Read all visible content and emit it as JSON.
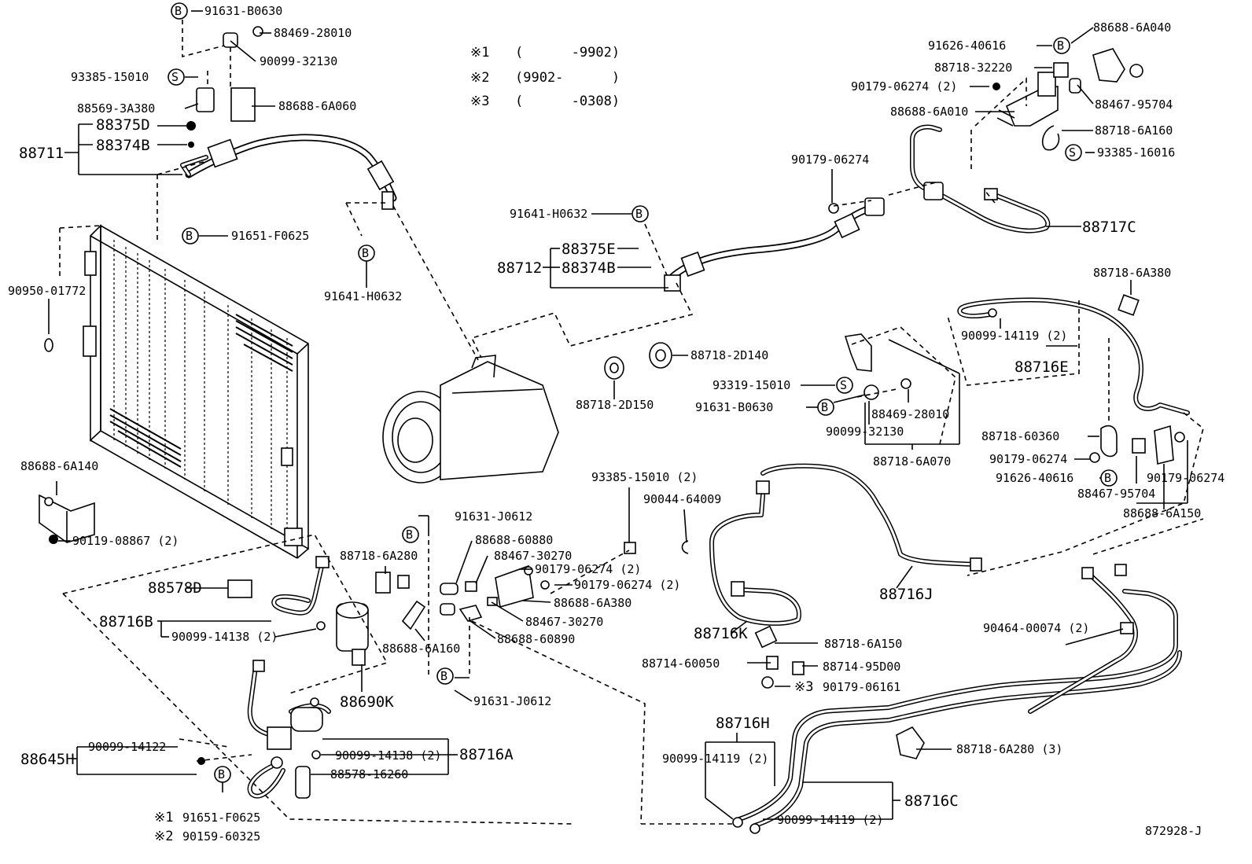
{
  "notes": [
    {
      "mark": "※1",
      "range": "(      -9902)"
    },
    {
      "mark": "※2",
      "range": "(9902-      )"
    },
    {
      "mark": "※3",
      "range": "(      -0308)"
    }
  ],
  "circle_marks": {
    "b": "B",
    "s": "S"
  },
  "diagram_id": "872928-J",
  "labels": {
    "p91631B0630_top": "91631-B0630",
    "p8846928010_top": "88469-28010",
    "p9009932130_top": "90099-32130",
    "p9338515010_left": "93385-15010",
    "p885693A380": "88569-3A380",
    "p886886A060": "88688-6A060",
    "p88375D": "88375D",
    "p88374B_top": "88374B",
    "p88711": "88711",
    "p91651F0625_mid": "91651-F0625",
    "p91641H0632_left": "91641-H0632",
    "p9095001772": "90950-01772",
    "p886886A140": "88688-6A140",
    "p9011908867": "90119-08867 (2)",
    "p916264061 6_top": "91626-40616",
    "p886886A040": "88688-6A040",
    "p8871832220": "88718-32220",
    "p9017906274_2top": "90179-06274 (2)",
    "p8846795704_top": "88467-95704",
    "p886886A010": "88688-6A010",
    "p887186A160": "88718-6A160",
    "p9338516016": "93385-16016",
    "p9017906274_mid": "90179-06274",
    "p88717C": "88717C",
    "p91641H0632_mid": "91641-H0632",
    "p88375E": "88375E",
    "p88712": "88712",
    "p88374B_mid": "88374B",
    "p887186A380_right": "88718-6A380",
    "p9009914119_2a": "90099-14119 (2)",
    "p88716E": "88716E",
    "p887182D140": "88718-2D140",
    "p887182D150": "88718-2D150",
    "p9331915010": "93319-15010",
    "p91631B0630_mid": "91631-B0630",
    "p8846928010_mid": "88469-28010",
    "p9009932130_mid": "90099-32130",
    "p887186A070": "88718-6A070",
    "p8871860360": "88718-60360",
    "p9017906274_r1": "90179-06274",
    "p9162640616_r": "91626-40616",
    "p9017906274_r2": "90179-06274",
    "p8846795704_r": "88467-95704",
    "p886886A150": "88688-6A150",
    "p9338515010_2": "93385-15010 (2)",
    "p9004464009": "90044-64009",
    "p91631J0612_top": "91631-J0612",
    "p8868860880": "88688-60880",
    "p887186A280_mid": "88718-6A280",
    "p8846730270_a": "88467-30270",
    "p9017906274_2a": "90179-06274 (2)",
    "p9017906274_2b": "90179-06274 (2)",
    "p886886A380": "88688-6A380",
    "p8846730270_b": "88467-30270",
    "p886886A160": "88688-6A160",
    "p8868860890": "88688-60890",
    "p88578D": "88578D",
    "p88716B": "88716B",
    "p9009914138_a": "90099-14138 (2)",
    "p88690K": "88690K",
    "p91631J0612_bot": "91631-J0612",
    "p88716J": "88716J",
    "p88716K": "88716K",
    "p887186A150": "88718-6A150",
    "p8871460050": "88714-60050",
    "p8871495D00": "88714-95D00",
    "p9017906161": "90179-06161",
    "p9046400074": "90464-00074 (2)",
    "p88716H": "88716H",
    "p9009914119_2b": "90099-14119 (2)",
    "p887186A280_3": "88718-6A280 (3)",
    "p88716C": "88716C",
    "p9009914119_2c": "90099-14119 (2)",
    "p88645H": "88645H",
    "p9009914122": "90099-14122",
    "p9009914138_b": "90099-14138 (2)",
    "p88716A": "88716A",
    "p8857816260": "88578-16260",
    "p91651F0625_bot": "91651-F0625",
    "p9015960325": "90159-60325",
    "mark3": "※3",
    "mark1": "※1",
    "mark2": "※2"
  }
}
